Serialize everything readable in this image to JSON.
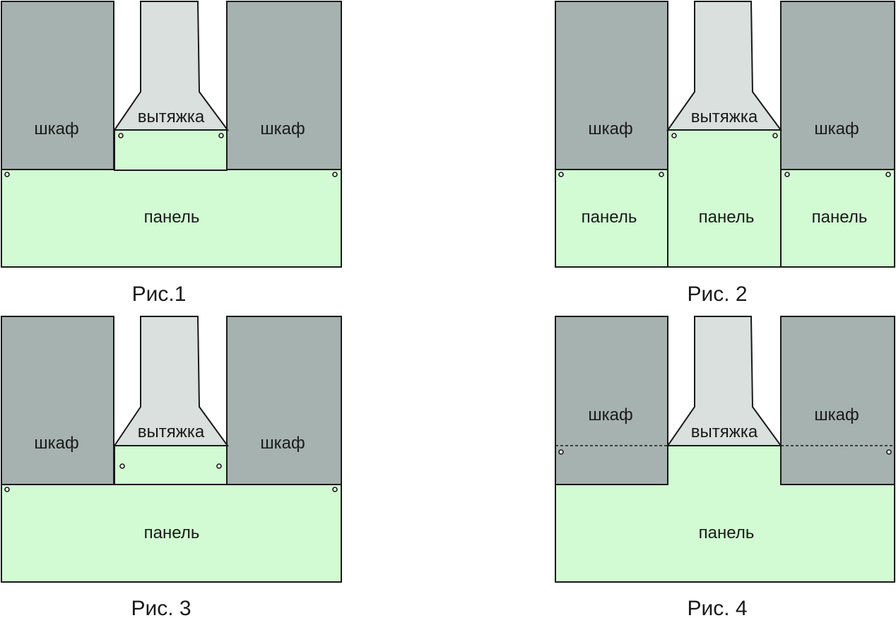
{
  "labels": {
    "cabinet": "шкаф",
    "hood": "вытяжка",
    "panel": "панель"
  },
  "captions": {
    "fig1": "Рис.1",
    "fig2": "Рис. 2",
    "fig3": "Рис. 3",
    "fig4": "Рис. 4"
  },
  "colors": {
    "cabinet": "#a6b2af",
    "hood": "#d9e0de",
    "panel": "#d2fad3",
    "outline": "#1a1a1a"
  }
}
